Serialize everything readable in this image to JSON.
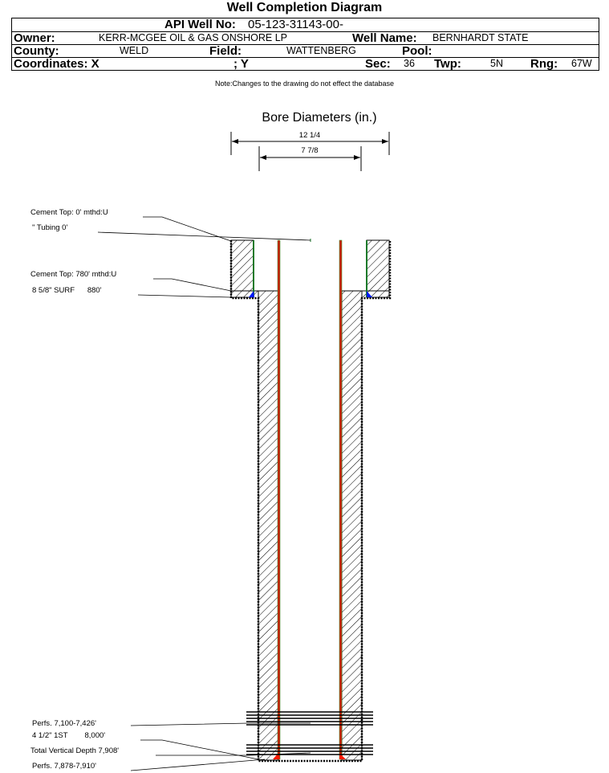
{
  "header": {
    "title": "Well Completion Diagram",
    "api_label": "API Well No:",
    "api_value": "05-123-31143-00-",
    "owner_label": "Owner:",
    "owner_value": "KERR-MCGEE OIL & GAS ONSHORE LP",
    "well_name_label": "Well Name:",
    "well_name_value": "BERNHARDT STATE",
    "county_label": "County:",
    "county_value": "WELD",
    "field_label": "Field:",
    "field_value": "WATTENBERG",
    "pool_label": "Pool:",
    "pool_value": "",
    "coord_x_label": "Coordinates: X",
    "coord_y_label": "; Y",
    "sec_label": "Sec:",
    "sec_value": "36",
    "twp_label": "Twp:",
    "twp_value": "5N",
    "rng_label": "Rng:",
    "rng_value": "67W",
    "note": "Note:Changes to the drawing do not effect the database"
  },
  "bore": {
    "title": "Bore Diameters (in.)",
    "diameters": [
      "12 1/4",
      "7 7/8"
    ]
  },
  "annotations": [
    {
      "text": "Cement Top: 0' mthd:U"
    },
    {
      "text": "\" Tubing 0'"
    },
    {
      "text": "Cement Top: 780' mthd:U"
    },
    {
      "text": "8 5/8\" SURF      880'"
    },
    {
      "text": "Perfs. 7,100-7,426'"
    },
    {
      "text": "4 1/2\" 1ST        8,000'"
    },
    {
      "text": "Total Vertical Depth 7,908'"
    },
    {
      "text": "Perfs. 7,878-7,910'"
    }
  ],
  "colors": {
    "surface_casing": "#1a7a2a",
    "production_casing": "#cc1a00",
    "tubing": "#8b4513",
    "cement_shoe_surface": "#0018ff",
    "cement_shoe_production": "#ff1a00"
  }
}
